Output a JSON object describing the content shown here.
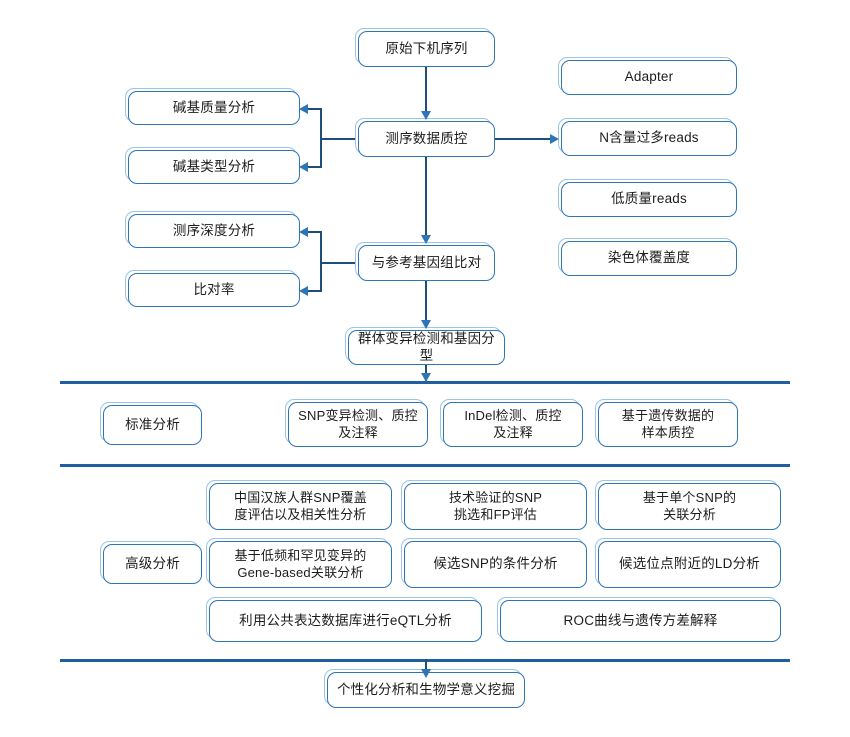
{
  "diagram": {
    "title": "全基因组关联分析流程图",
    "colors": {
      "box_border": "#2e75b6",
      "box_shadow_border": "#9dc3e6",
      "connector": "#1f4e79",
      "divider": "#1f5fa0",
      "background": "#ffffff"
    }
  },
  "pipeline": {
    "raw_data": {
      "label": "原始下机序列"
    },
    "qc": {
      "label": "测序数据质控",
      "left_outputs": [
        {
          "label": "碱基质量分析"
        },
        {
          "label": "碱基类型分析"
        }
      ],
      "right_outputs": [
        {
          "label": "Adapter"
        },
        {
          "label": "N含量过多reads"
        },
        {
          "label": "低质量reads"
        }
      ]
    },
    "alignment": {
      "label": "与参考基因组比对",
      "left_outputs": [
        {
          "label": "测序深度分析"
        },
        {
          "label": "比对率"
        }
      ],
      "right_outputs": [
        {
          "label": "染色体覆盖度"
        }
      ]
    },
    "variant_calling": {
      "label": "群体变异检测和基因分型"
    }
  },
  "standard_analysis": {
    "section_label": "标准分析",
    "items": [
      {
        "label": "SNP变异检测、质控\n及注释"
      },
      {
        "label": "InDel检测、质控\n及注释"
      },
      {
        "label": "基于遗传数据的\n样本质控"
      }
    ]
  },
  "advanced_analysis": {
    "section_label": "高级分析",
    "row1": [
      {
        "label": "中国汉族人群SNP覆盖\n度评估以及相关性分析"
      },
      {
        "label": "技术验证的SNP\n挑选和FP评估"
      },
      {
        "label": "基于单个SNP的\n关联分析"
      }
    ],
    "row2": [
      {
        "label": "基于低频和罕见变异的\nGene-based关联分析"
      },
      {
        "label": "候选SNP的条件分析"
      },
      {
        "label": "候选位点附近的LD分析"
      }
    ],
    "row3": [
      {
        "label": "利用公共表达数据库进行eQTL分析"
      },
      {
        "label": "ROC曲线与遗传方差解释"
      }
    ]
  },
  "final": {
    "label": "个性化分析和生物学意义挖掘"
  }
}
